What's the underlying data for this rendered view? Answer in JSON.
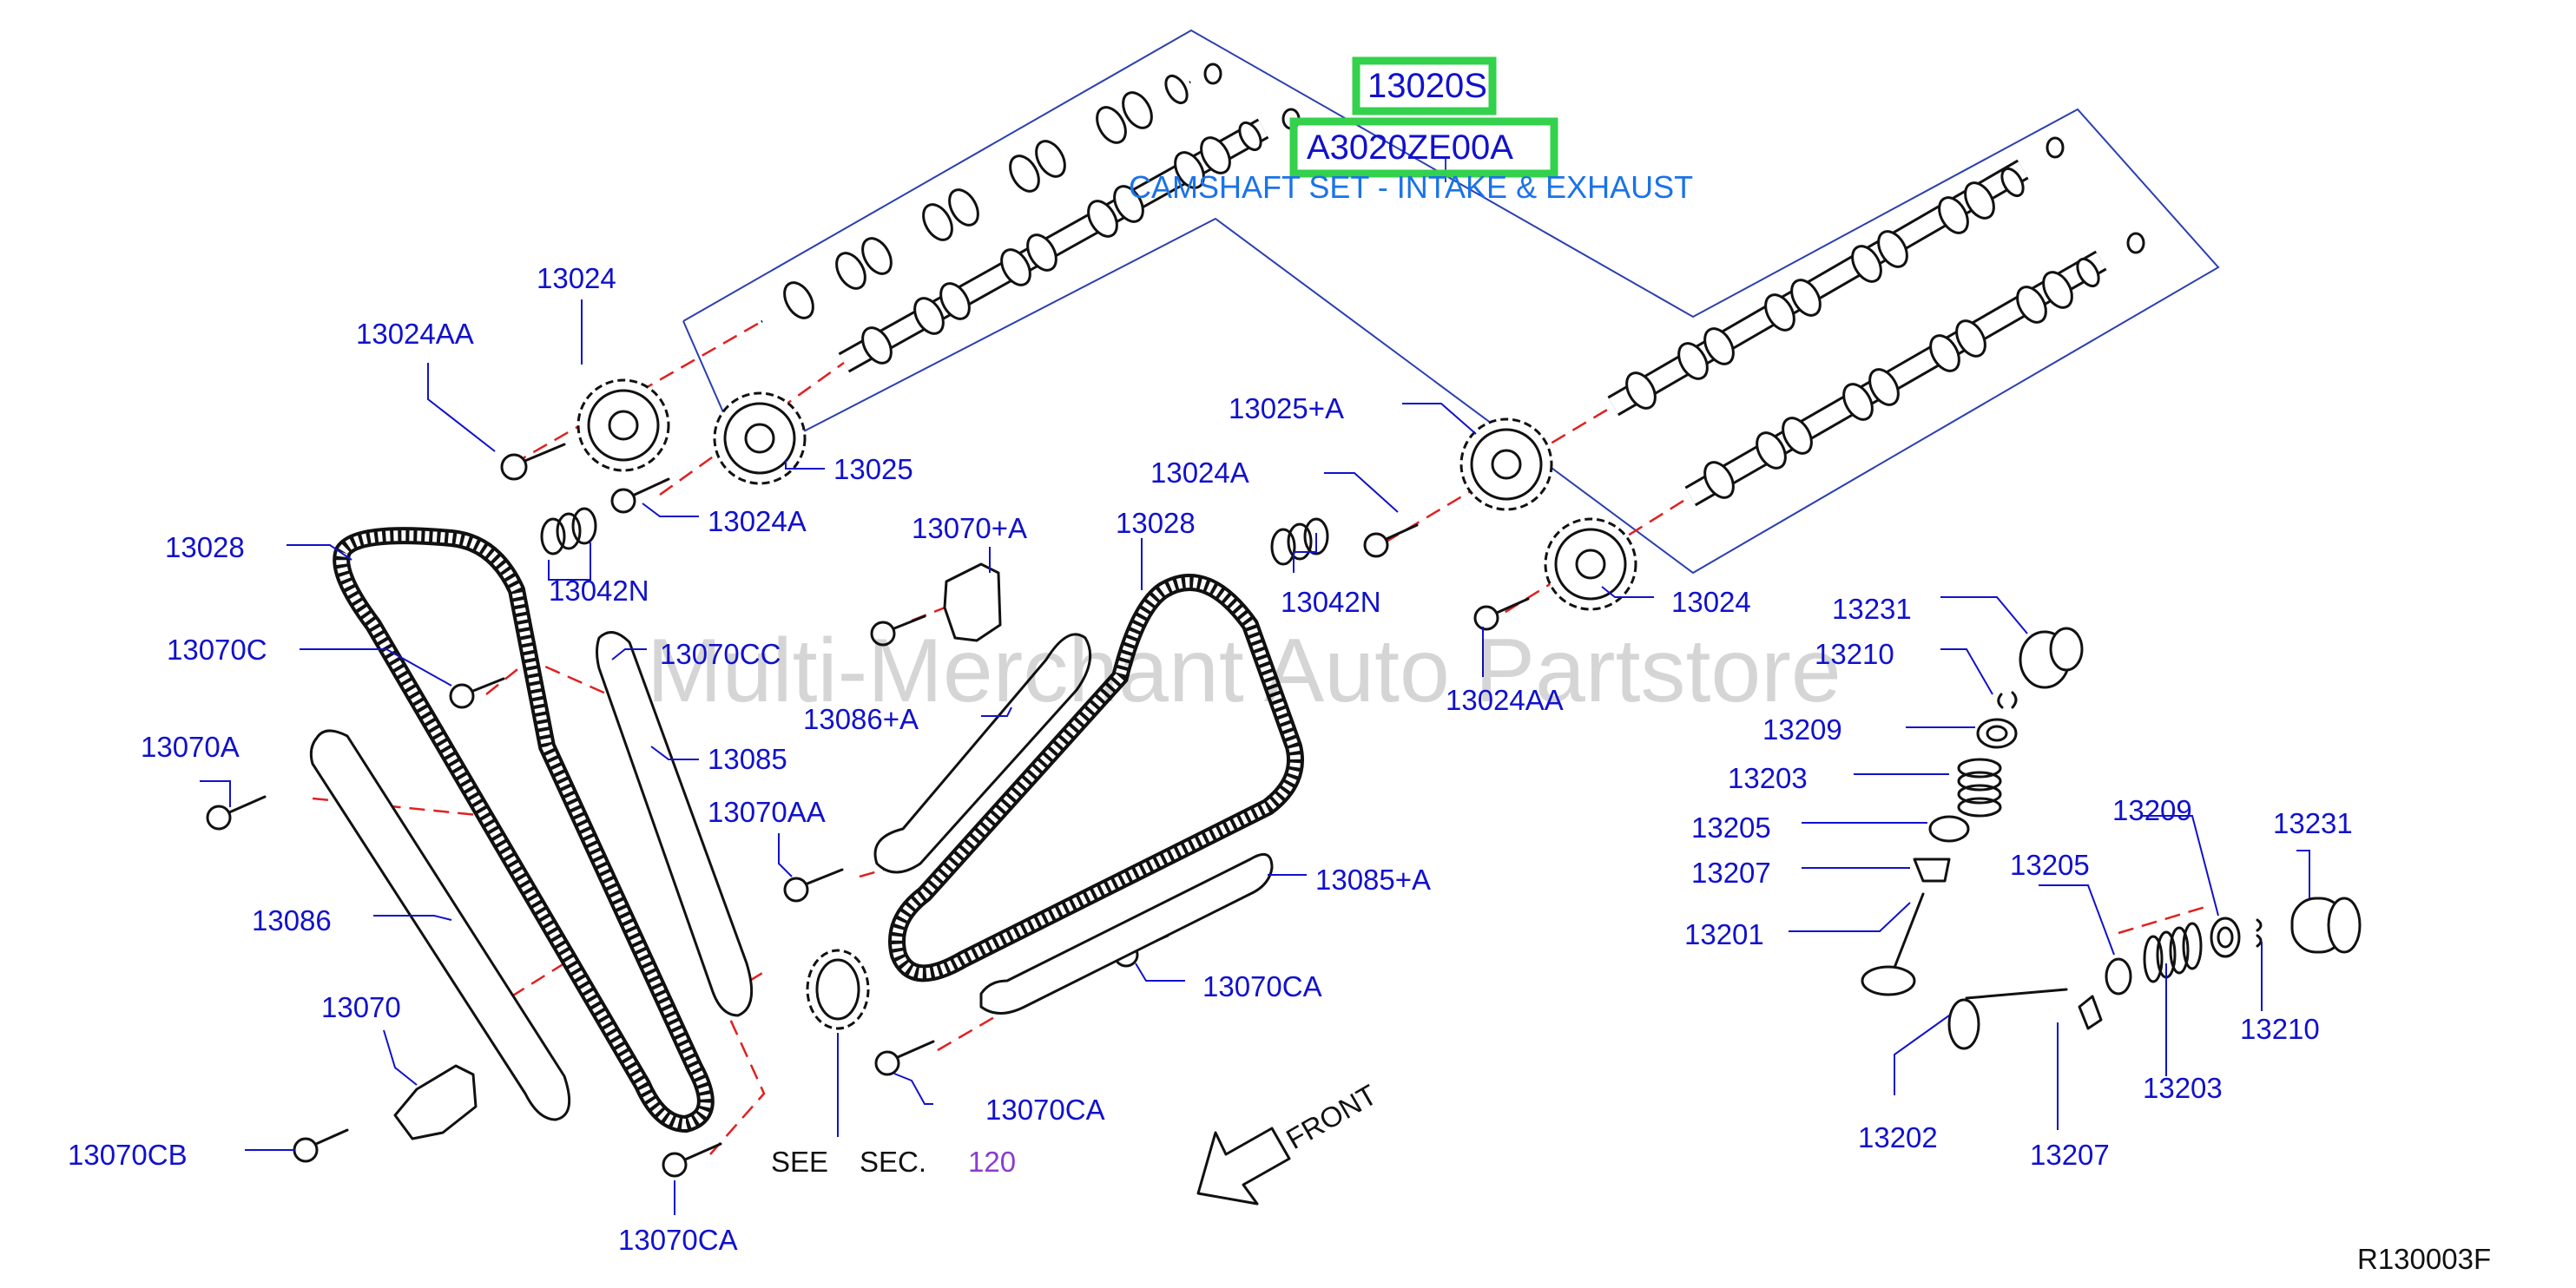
{
  "watermark": "Multi-Merchant Auto Partstore",
  "header": {
    "part_code_1": "13020S",
    "part_code_2": "A3020ZE00A",
    "title": "CAMSHAFT SET - INTAKE & EXHAUST"
  },
  "callouts": {
    "c13024_top": "13024",
    "c13024AA_top": "13024AA",
    "c13025": "13025",
    "c13024A_left": "13024A",
    "c13042N_left": "13042N",
    "c13028_left": "13028",
    "c13070C": "13070C",
    "c13070CC": "13070CC",
    "c13070A": "13070A",
    "c13085": "13085",
    "c13070AA": "13070AA",
    "c13086": "13086",
    "c13070": "13070",
    "c13070CB": "13070CB",
    "c13070CA_bottom": "13070CA",
    "c13070plusA": "13070+A",
    "c13086plusA": "13086+A",
    "c13028_mid": "13028",
    "c13025plusA": "13025+A",
    "c13024A_right": "13024A",
    "c13042N_right": "13042N",
    "c13024_right": "13024",
    "c13024AA_right": "13024AA",
    "c13085plusA": "13085+A",
    "c13070CA_mid1": "13070CA",
    "c13070CA_mid2": "13070CA",
    "c13231_a": "13231",
    "c13210_a": "13210",
    "c13209_a": "13209",
    "c13203_a": "13203",
    "c13205_a": "13205",
    "c13207_a": "13207",
    "c13201": "13201",
    "c13209_b": "13209",
    "c13231_b": "13231",
    "c13205_b": "13205",
    "c13210_b": "13210",
    "c13203_b": "13203",
    "c13202": "13202",
    "c13207_b": "13207"
  },
  "see_sec": {
    "see": "SEE",
    "sec": "SEC.",
    "number": "120"
  },
  "front_label": "FRONT",
  "figure_ref": "R130003F"
}
